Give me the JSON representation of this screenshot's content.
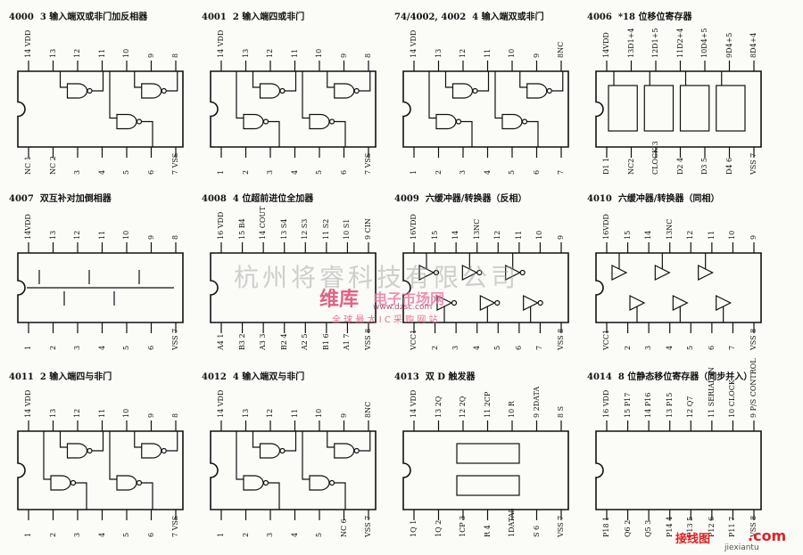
{
  "chips": [
    {
      "num": "4000",
      "title": "3 输入端双或非门加反相器",
      "top": [
        "14 VDD",
        "13",
        "12",
        "11",
        "10",
        "9",
        "8"
      ],
      "bottom": [
        "NC 1",
        "NC 2",
        "3",
        "4",
        "5",
        "6",
        "7 VSS"
      ],
      "kind": "gates"
    },
    {
      "num": "4001",
      "title": "2 输入端四或非门",
      "top": [
        "14 VDD",
        "13",
        "12",
        "11",
        "10",
        "9",
        "8"
      ],
      "bottom": [
        "1",
        "2",
        "3",
        "4",
        "5",
        "6",
        "7 VSS"
      ],
      "kind": "gates"
    },
    {
      "num": "74/4002, 4002",
      "title": "4 输入端双或非门",
      "top": [
        "14 VDD",
        "13",
        "12",
        "11",
        "10",
        "9",
        "8NC"
      ],
      "bottom": [
        "1",
        "2",
        "3",
        "4",
        "5",
        "6",
        "7"
      ],
      "kind": "gates"
    },
    {
      "num": "4006",
      "title": "*18 位移位寄存器",
      "top": [
        "14VDD",
        "13D1+4",
        "12D1+5",
        "11D2+4",
        "10D4+5",
        "9D4+5",
        "8D4+4"
      ],
      "bottom": [
        "D1 1",
        "NC2",
        "CLOCK 3",
        "D2 4",
        "D3 5",
        "D4 6",
        "VSS 7"
      ],
      "kind": "boxes"
    },
    {
      "num": "4007",
      "title": "双互补对加倒相器",
      "top": [
        "14VDD",
        "13",
        "12",
        "11",
        "10",
        "9",
        "8"
      ],
      "bottom": [
        "1",
        "2",
        "3",
        "4",
        "5",
        "6",
        "VSS 7"
      ],
      "kind": "mos"
    },
    {
      "num": "4008",
      "title": "4 位超前进位全加器",
      "top": [
        "16 VDD",
        "15 B4",
        "14 COUT",
        "13 S4",
        "12 S3",
        "11 S2",
        "10 S1",
        "9 CIN"
      ],
      "bottom": [
        "A4 1",
        "B3 2",
        "A3 3",
        "B2 4",
        "A2 5",
        "B1 6",
        "A1 7",
        "VSS 8"
      ],
      "kind": "plain"
    },
    {
      "num": "4009",
      "title": "六缓冲器/转换器（反相）",
      "top": [
        "16VDD",
        "15",
        "14",
        "13NC",
        "12",
        "11",
        "10",
        "9"
      ],
      "bottom": [
        "VCC1",
        "2",
        "3",
        "4",
        "5",
        "6",
        "7",
        "VSS 8"
      ],
      "kind": "buffers"
    },
    {
      "num": "4010",
      "title": "六缓冲器/转换器（同相）",
      "top": [
        "16VDD",
        "15",
        "14",
        "13NC",
        "12",
        "11",
        "10",
        "9"
      ],
      "bottom": [
        "VCC1",
        "2",
        "3",
        "4",
        "5",
        "6",
        "7",
        "VSS 8"
      ],
      "kind": "buffers"
    },
    {
      "num": "4011",
      "title": "2 输入端四与非门",
      "top": [
        "14 VDD",
        "13",
        "12",
        "11",
        "10",
        "9",
        "8"
      ],
      "bottom": [
        "1",
        "2",
        "3",
        "4",
        "5",
        "6",
        "7 VSS"
      ],
      "kind": "gates"
    },
    {
      "num": "4012",
      "title": "4 输入端双与非门",
      "top": [
        "14 VDD",
        "13",
        "12",
        "11",
        "10",
        "9",
        "8NC"
      ],
      "bottom": [
        "1",
        "2",
        "3",
        "4",
        "5",
        "NC 6",
        "VSS 7"
      ],
      "kind": "gates"
    },
    {
      "num": "4013",
      "title": "双 D 触发器",
      "top": [
        "14 VDD",
        "13 2Q",
        "12 2Q",
        "11 2CP",
        "10 R",
        "9 2DATA",
        "8 S"
      ],
      "bottom": [
        "1Q 1",
        "1Q 2",
        "1CP 3",
        "R 4",
        "1DATA5",
        "S 6",
        "VSS 7"
      ],
      "kind": "flipflop"
    },
    {
      "num": "4014",
      "title": "8 位静态移位寄存器（同步并入）",
      "top": [
        "16 VDD",
        "15 P17",
        "14 P16",
        "13 P15",
        "12 Q7",
        "11 SERIAL IN",
        "10 CLOCK",
        "9 P/S CONTROL"
      ],
      "bottom": [
        "P18 1",
        "Q6 2",
        "Q5 3",
        "P14 4",
        "P13 5",
        "P12 6",
        "P11 7",
        "VSS 8"
      ],
      "kind": "plain"
    }
  ],
  "watermark": {
    "company": "杭州将睿科技有限公司",
    "brand": "维库",
    "brand2": "电子市场网",
    "site": "www.dzsc.com",
    "slogan": "全 球 最 大 I C 采 购 网 站"
  },
  "footer": {
    "logo": "接线图",
    "site": "jiexiantu",
    "dotcom": ".com"
  }
}
